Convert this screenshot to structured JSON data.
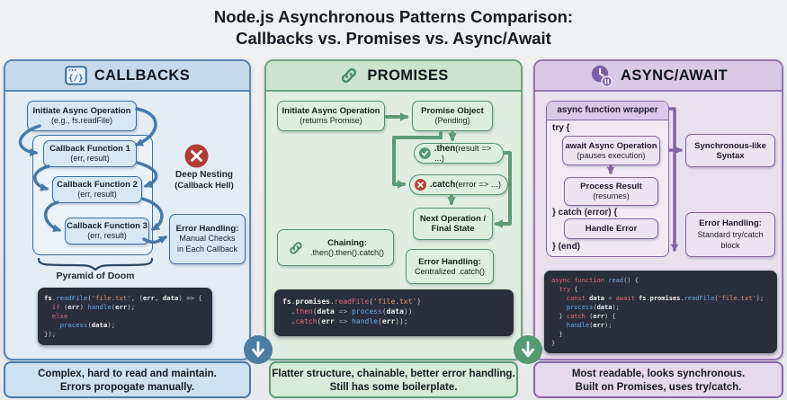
{
  "title": {
    "line1": "Node.js Asynchronous Patterns Comparison:",
    "line2": "Callbacks vs. Promises vs. Async/Await"
  },
  "icons": {
    "callbacks_header": "code-window-icon",
    "callbacks_glyph": "{/}",
    "promises_header": "chain-link-icon",
    "async_header": "clock-pause-icon",
    "then": "check-circle-icon",
    "catch": "x-circle-icon",
    "deep_nesting": "x-circle-icon",
    "chaining": "chain-link-icon",
    "divider_1": "down-arrow-circle-icon",
    "divider_2": "down-arrow-circle-icon"
  },
  "colors": {
    "callbacks_accent": "#3f6d9b",
    "promises_accent": "#5e9c77",
    "async_accent": "#84639f",
    "error_red": "#b8443c",
    "check_green": "#4d9a70",
    "code_bg": "#292e3d",
    "code_keyword": "#e06a7d",
    "code_function": "#64aee3",
    "code_string": "#df9a62"
  },
  "callbacks": {
    "header": "CALLBACKS",
    "initiate": {
      "line1": "Initiate Async Operation",
      "line2": "(e.g., fs.readFile)"
    },
    "cb1": {
      "line1": "Callback Function 1",
      "line2": "(err, result)"
    },
    "cb2": {
      "line1": "Callback Function 2",
      "line2": "(err, result)"
    },
    "cb3": {
      "line1": "Callback Function 3",
      "line2": "(err, result)"
    },
    "pyramid_label": "Pyramid of Doom",
    "deep_nesting": {
      "line1": "Deep Nesting",
      "line2": "(Callback Hell)"
    },
    "error_handling": {
      "line1": "Error Handling:",
      "line2": "Manual Checks",
      "line3": "in Each Callback"
    },
    "code": [
      [
        {
          "t": "fs",
          "c": "id"
        },
        {
          "t": ".",
          "c": "pl"
        },
        {
          "t": "readFile",
          "c": "fn"
        },
        {
          "t": "(",
          "c": "pl"
        },
        {
          "t": "'file.txt'",
          "c": "str"
        },
        {
          "t": ", (",
          "c": "pl"
        },
        {
          "t": "err",
          "c": "id"
        },
        {
          "t": ", ",
          "c": "pl"
        },
        {
          "t": "data",
          "c": "id"
        },
        {
          "t": ") ",
          "c": "pl"
        },
        {
          "t": "=> {",
          "c": "pl"
        }
      ],
      [
        {
          "t": "  ",
          "c": "pl"
        },
        {
          "t": "if",
          "c": "kw"
        },
        {
          "t": " (",
          "c": "pl"
        },
        {
          "t": "err",
          "c": "id"
        },
        {
          "t": ") ",
          "c": "pl"
        },
        {
          "t": "handle",
          "c": "fn"
        },
        {
          "t": "(",
          "c": "pl"
        },
        {
          "t": "err",
          "c": "id"
        },
        {
          "t": ");",
          "c": "pl"
        }
      ],
      [
        {
          "t": "  ",
          "c": "pl"
        },
        {
          "t": "else",
          "c": "kw"
        }
      ],
      [
        {
          "t": "    ",
          "c": "pl"
        },
        {
          "t": "process",
          "c": "fn"
        },
        {
          "t": "(",
          "c": "pl"
        },
        {
          "t": "data",
          "c": "id"
        },
        {
          "t": ");",
          "c": "pl"
        }
      ],
      [
        {
          "t": "});",
          "c": "pl"
        }
      ]
    ],
    "summary": {
      "line1": "Complex, hard to read and maintain.",
      "line2": "Errors propogate manually."
    }
  },
  "promises": {
    "header": "PROMISES",
    "initiate": {
      "line1": "Initiate Async Operation",
      "line2": "(returns Promise)"
    },
    "promise_object": {
      "line1": "Promise Object",
      "line2": "(Pending)"
    },
    "then_pill": {
      "bold": ".then",
      "rest": "(result => ...)"
    },
    "catch_pill": {
      "bold": ".catch",
      "rest": "(error => ...)"
    },
    "next_operation": {
      "line1": "Next Operation /",
      "line2": "Final State"
    },
    "chaining": {
      "line1": "Chaining:",
      "line2": ".then().then().catch()"
    },
    "error_handling": {
      "line1": "Error Handling:",
      "line2": "Centralized .catch()"
    },
    "code": [
      [
        {
          "t": "fs",
          "c": "id"
        },
        {
          "t": ".",
          "c": "pl"
        },
        {
          "t": "promises",
          "c": "id"
        },
        {
          "t": ".",
          "c": "pl"
        },
        {
          "t": "readFile",
          "c": "kw"
        },
        {
          "t": "(",
          "c": "pl"
        },
        {
          "t": "'file.txt'",
          "c": "str"
        },
        {
          "t": ")",
          "c": "pl"
        }
      ],
      [
        {
          "t": "  .",
          "c": "pl"
        },
        {
          "t": "then",
          "c": "kw"
        },
        {
          "t": "(",
          "c": "pl"
        },
        {
          "t": "data",
          "c": "id"
        },
        {
          "t": " => ",
          "c": "op"
        },
        {
          "t": "process",
          "c": "fn"
        },
        {
          "t": "(",
          "c": "pl"
        },
        {
          "t": "data",
          "c": "id"
        },
        {
          "t": "))",
          "c": "pl"
        }
      ],
      [
        {
          "t": "  .",
          "c": "pl"
        },
        {
          "t": "catch",
          "c": "kw"
        },
        {
          "t": "(",
          "c": "pl"
        },
        {
          "t": "err",
          "c": "id"
        },
        {
          "t": " => ",
          "c": "op"
        },
        {
          "t": "handle",
          "c": "fn"
        },
        {
          "t": "(",
          "c": "pl"
        },
        {
          "t": "err",
          "c": "id"
        },
        {
          "t": "));",
          "c": "pl"
        }
      ]
    ],
    "summary": {
      "line1": "Flatter structure, chainable, better error handling.",
      "line2": "Still has some boilerplate."
    }
  },
  "async_await": {
    "header": "ASYNC/AWAIT",
    "wrapper_title": "async function wrapper",
    "try_label": "try {",
    "await_op": {
      "line1": "await Async Operation",
      "line2": "(pauses execution)"
    },
    "process_result": {
      "line1": "Process Result",
      "line2": "(resumes)"
    },
    "catch_label": "} catch (error) {",
    "handle_error": "Handle Error",
    "end_label": "} (end)",
    "sync_syntax": {
      "line1": "Synchronous-like",
      "line2": "Syntax"
    },
    "error_handling": {
      "line1": "Error Handling:",
      "line2": "Standard try/catch",
      "line3": "block"
    },
    "code": [
      [
        {
          "t": "async",
          "c": "kw"
        },
        {
          "t": " ",
          "c": "pl"
        },
        {
          "t": "function",
          "c": "kw"
        },
        {
          "t": " ",
          "c": "pl"
        },
        {
          "t": "read",
          "c": "fn"
        },
        {
          "t": "() {",
          "c": "pl"
        }
      ],
      [
        {
          "t": "  ",
          "c": "pl"
        },
        {
          "t": "try",
          "c": "kw"
        },
        {
          "t": " {",
          "c": "pl"
        }
      ],
      [
        {
          "t": "    ",
          "c": "pl"
        },
        {
          "t": "const",
          "c": "kw"
        },
        {
          "t": " ",
          "c": "pl"
        },
        {
          "t": "data",
          "c": "id"
        },
        {
          "t": " = ",
          "c": "op"
        },
        {
          "t": "await",
          "c": "kw"
        },
        {
          "t": " ",
          "c": "pl"
        },
        {
          "t": "fs",
          "c": "id"
        },
        {
          "t": ".",
          "c": "pl"
        },
        {
          "t": "promises",
          "c": "id"
        },
        {
          "t": ".",
          "c": "pl"
        },
        {
          "t": "readFile",
          "c": "fn"
        },
        {
          "t": "(",
          "c": "pl"
        },
        {
          "t": "'file.txt'",
          "c": "str"
        },
        {
          "t": ");",
          "c": "pl"
        }
      ],
      [
        {
          "t": "    ",
          "c": "pl"
        },
        {
          "t": "process",
          "c": "fn"
        },
        {
          "t": "(",
          "c": "pl"
        },
        {
          "t": "data",
          "c": "id"
        },
        {
          "t": ");",
          "c": "pl"
        }
      ],
      [
        {
          "t": "  } ",
          "c": "pl"
        },
        {
          "t": "catch",
          "c": "kw"
        },
        {
          "t": " (",
          "c": "pl"
        },
        {
          "t": "err",
          "c": "id"
        },
        {
          "t": ") {",
          "c": "pl"
        }
      ],
      [
        {
          "t": "    ",
          "c": "pl"
        },
        {
          "t": "handle",
          "c": "fn"
        },
        {
          "t": "(",
          "c": "pl"
        },
        {
          "t": "err",
          "c": "id"
        },
        {
          "t": ");",
          "c": "pl"
        }
      ],
      [
        {
          "t": "  }",
          "c": "pl"
        }
      ],
      [
        {
          "t": "}",
          "c": "pl"
        }
      ]
    ],
    "summary": {
      "line1": "Most readable, looks synchronous.",
      "line2": "Built on Promises, uses try/catch."
    }
  }
}
